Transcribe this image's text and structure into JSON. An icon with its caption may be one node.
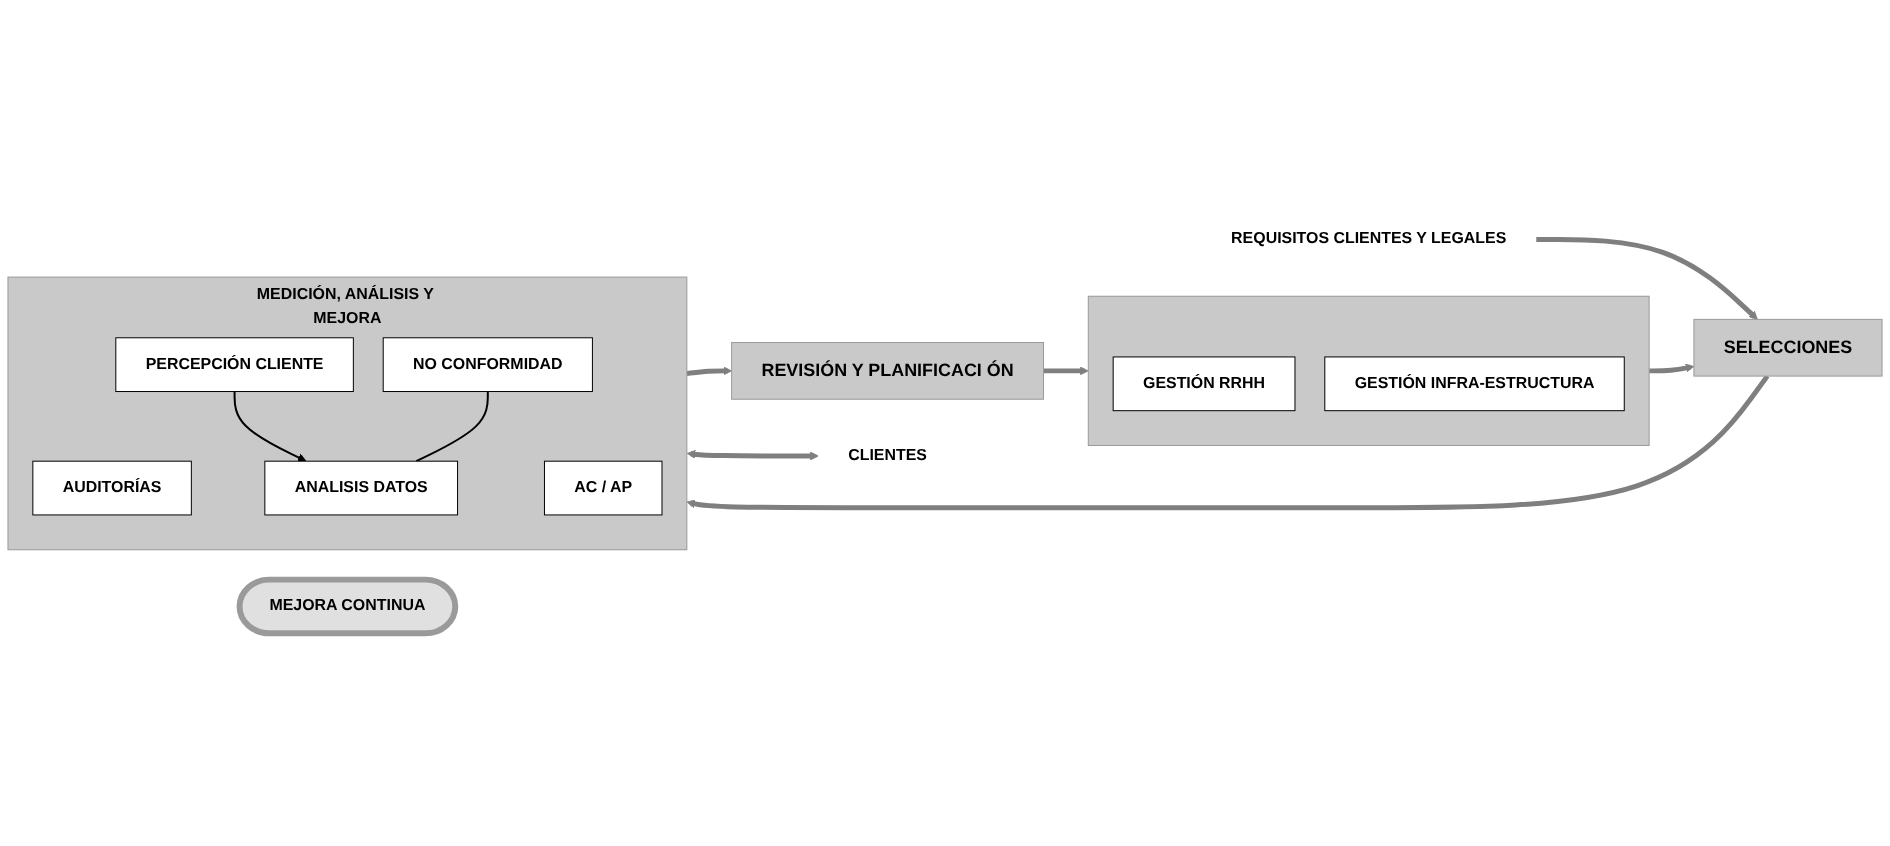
{
  "diagram": {
    "nodes": [
      {
        "text": [
          "REVISIÓN Y PLANIFICACI ÓN"
        ]
      },
      {
        "text": [
          "MEJORA CONTINUA"
        ]
      },
      {
        "text": [],
        "shape": "box"
      },
      {
        "text": [
          "GESTIÓN RRHH"
        ],
        "in": 2
      },
      {
        "text": [
          "GESTIÓN INFRA-ESTRUCTURA"
        ],
        "in": 2
      },
      {
        "text": [
          "SELECCIONES"
        ]
      },
      {
        "text": [
          "REQUISITOS CLIENTES Y LEGALES"
        ]
      },
      {
        "text": [
          "MEDICIÓN, ANÁLISIS Y MEJORA"
        ]
      },
      {
        "text": [
          "AUDITORÍAS"
        ],
        "in": 7
      },
      {
        "text": [
          "AC / AP"
        ],
        "in": 7
      },
      {
        "text": [
          "ANALISIS DATOS"
        ],
        "in": 7
      },
      {
        "text": [
          "NO CONFORMIDAD"
        ],
        "in": 7
      },
      {
        "text": [
          "PERCEPCIÓN CLIENTE"
        ],
        "in": 7
      },
      {
        "text": [
          "CLIENTES"
        ]
      }
    ],
    "edges": [
      {
        "from": 7,
        "to": 0,
        "arrow": "to"
      },
      {
        "from": 0,
        "to": 2,
        "arrow": "to"
      },
      {
        "from": 2,
        "to": 5,
        "arrow": "to"
      },
      {
        "from": 6,
        "to": 5,
        "arrow": "to"
      },
      {
        "from": 5,
        "to": 7,
        "arrow": "to"
      },
      {
        "from": 12,
        "to": 10,
        "arrow": "to",
        "color": "#000000"
      },
      {
        "from": 11,
        "to": 10,
        "arrow": "none",
        "color": "#000000"
      },
      {
        "from": 7,
        "to": 13,
        "arrow": "both"
      }
    ]
  }
}
